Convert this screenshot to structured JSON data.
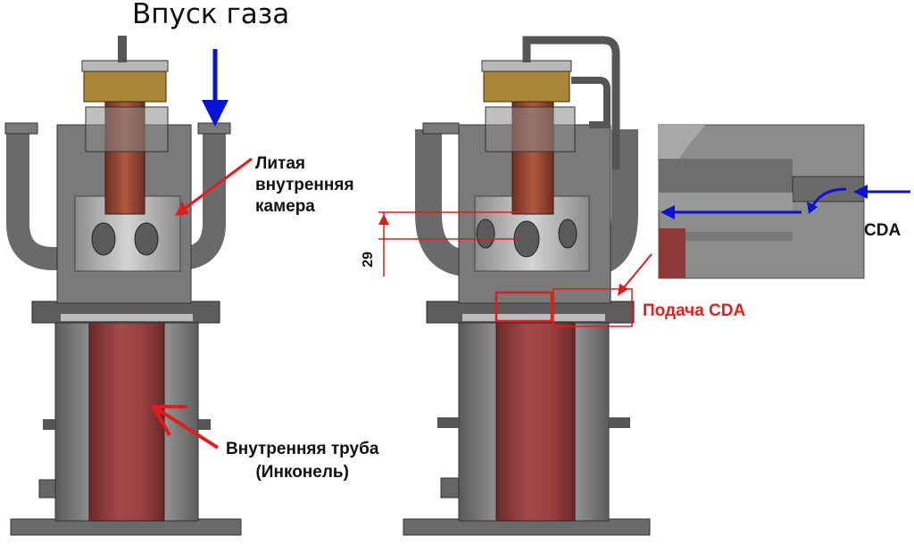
{
  "labels": {
    "gas_inlet": "Впуск газа",
    "cast_chamber": "Литая\nвнутренняя\nкамера",
    "inner_tube": "Внутренняя труба\n(Инконель)",
    "cda": "CDA",
    "cda_supply": "Подача CDA",
    "dimension": "29"
  },
  "colors": {
    "flow_arrow": "#0a12d6",
    "pointer_arrow": "#e41b1b",
    "tube": "#8e3a3a",
    "steel": "#8a8a8a",
    "copper": "#9c4a35",
    "brass": "#a9863a"
  }
}
